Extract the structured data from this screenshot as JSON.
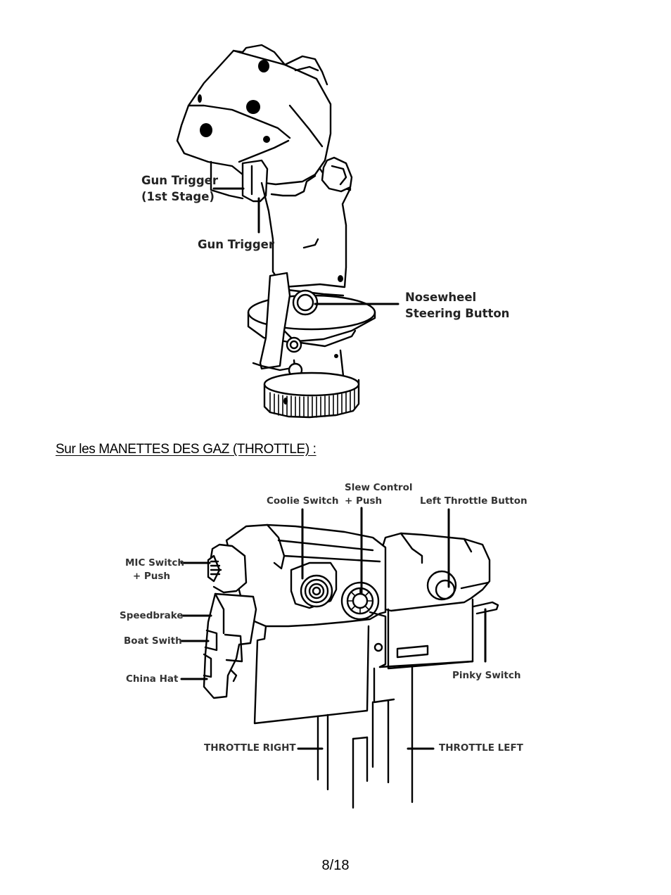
{
  "joystick": {
    "labels": {
      "gun_trigger_1st_line1": "Gun Trigger",
      "gun_trigger_1st_line2": "(1st Stage)",
      "gun_trigger": "Gun Trigger",
      "nosewheel_line1": "Nosewheel",
      "nosewheel_line2": "Steering Button"
    }
  },
  "section_heading": "Sur les MANETTES DES GAZ (THROTTLE) :",
  "throttle": {
    "labels": {
      "coolie_switch": "Coolie Switch",
      "slew_control_line1": "Slew Control",
      "slew_control_line2": "+ Push",
      "left_throttle_button": "Left Throttle Button",
      "mic_switch_line1": "MIC Switch",
      "mic_switch_line2": "+ Push",
      "speedbrake": "Speedbrake",
      "boat_switch": "Boat Swith",
      "china_hat": "China Hat",
      "pinky_switch": "Pinky Switch",
      "throttle_right": "THROTTLE RIGHT",
      "throttle_left": "THROTTLE LEFT"
    }
  },
  "page_number": "8/18"
}
